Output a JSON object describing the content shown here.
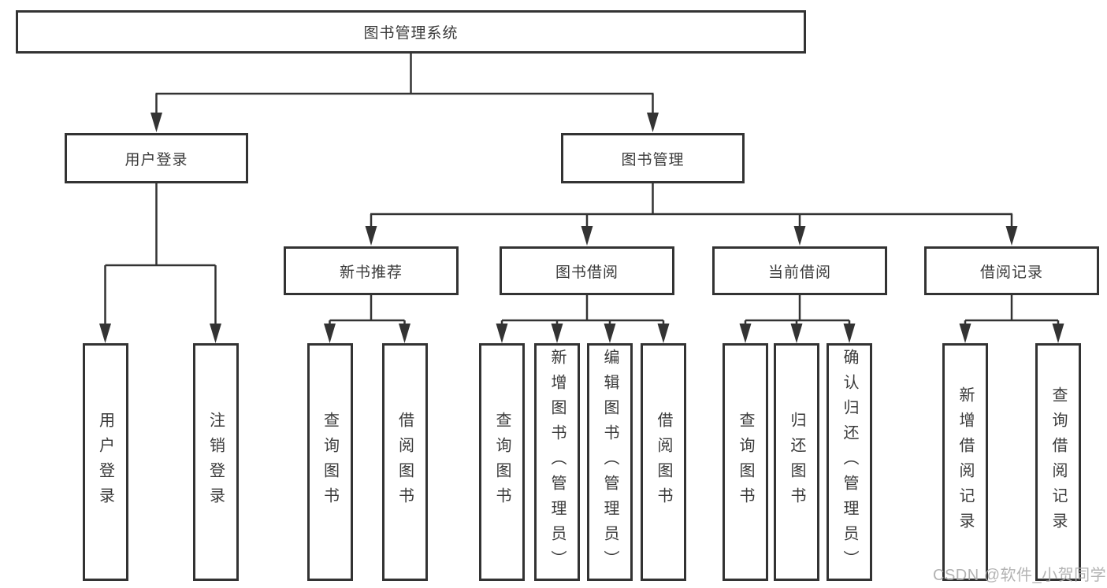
{
  "tree": {
    "root": {
      "label": "图书管理系统"
    },
    "branches": [
      {
        "label": "用户登录",
        "children": [
          {
            "label": "用户登录"
          },
          {
            "label": "注销登录"
          }
        ]
      },
      {
        "label": "图书管理",
        "sections": [
          {
            "label": "新书推荐",
            "children": [
              {
                "label": "查询图书"
              },
              {
                "label": "借阅图书"
              }
            ]
          },
          {
            "label": "图书借阅",
            "children": [
              {
                "label": "查询图书"
              },
              {
                "label": "新增图书（管理员）"
              },
              {
                "label": "编辑图书（管理员）"
              },
              {
                "label": "借阅图书"
              }
            ]
          },
          {
            "label": "当前借阅",
            "children": [
              {
                "label": "查询图书"
              },
              {
                "label": "归还图书"
              },
              {
                "label": "确认归还（管理员）"
              }
            ]
          },
          {
            "label": "借阅记录",
            "children": [
              {
                "label": "新增借阅记录"
              },
              {
                "label": "查询借阅记录"
              }
            ]
          }
        ]
      }
    ]
  },
  "watermark": {
    "text": "CSDN @软件_小贺同学"
  },
  "colors": {
    "line": "#333333",
    "text": "#3a3a3a",
    "background": "#ffffff",
    "watermark": "#ababab"
  }
}
